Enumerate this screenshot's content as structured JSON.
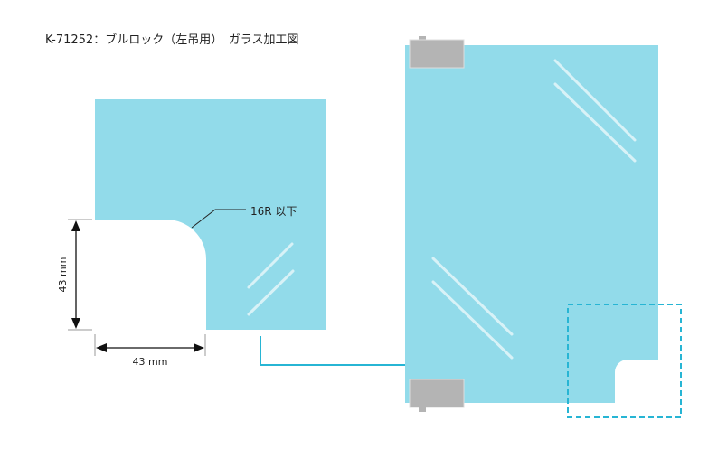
{
  "title": "K-71252：ブルロック（左吊用）　ガラス加工図",
  "radius_label": "16R 以下",
  "dim_vertical": "43 mm",
  "dim_horizontal": "43 mm",
  "colors": {
    "glass": "#92dbea",
    "accent": "#27b5d4",
    "clip": "#b4b4b4",
    "highlight": "#d8f2f7"
  }
}
